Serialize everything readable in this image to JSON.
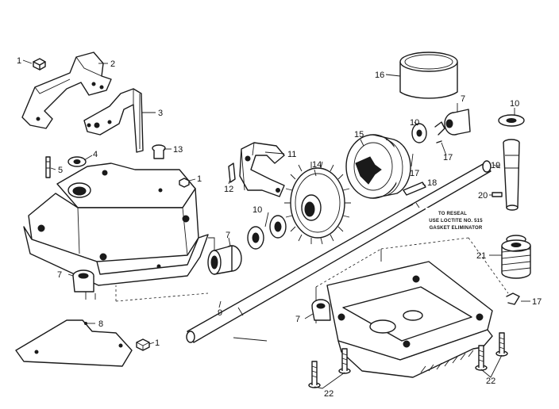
{
  "diagram": {
    "callouts": {
      "c1": "1",
      "c2": "2",
      "c3": "3",
      "c4": "4",
      "c5": "5",
      "c7": "7",
      "c8": "8",
      "c9": "9",
      "c10": "10",
      "c11": "11",
      "c12": "12",
      "c13": "13",
      "c14": "14",
      "c15": "15",
      "c16": "16",
      "c17": "17",
      "c18": "18",
      "c19": "19",
      "c20": "20",
      "c21": "21",
      "c22": "22"
    },
    "note": {
      "line1": "TO RESEAL",
      "line2": "USE LOCTITE NO. 515",
      "line3": "GASKET ELIMINATOR"
    }
  }
}
